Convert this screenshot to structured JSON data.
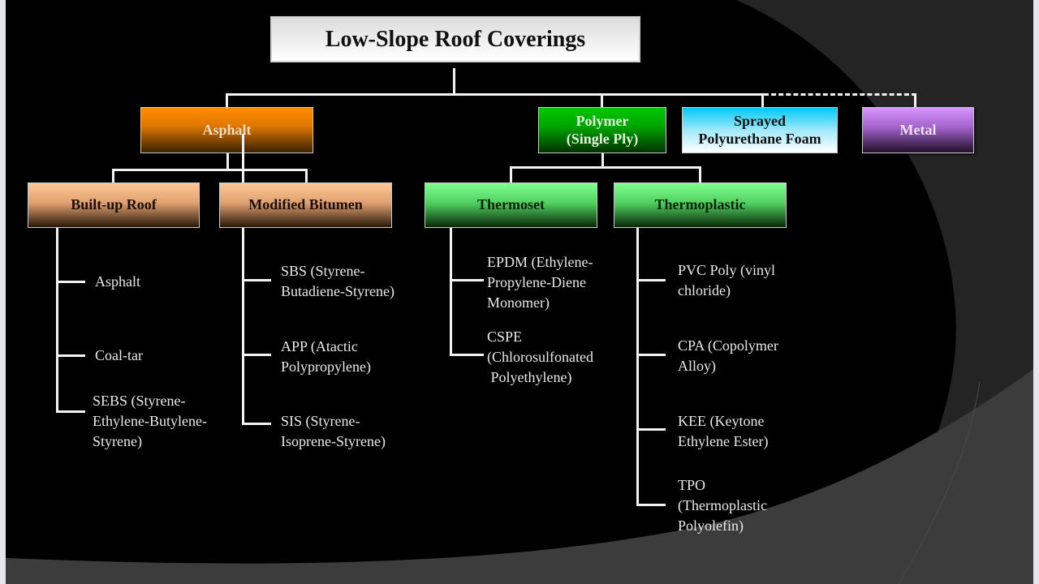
{
  "diagram": {
    "title": "Low-Slope Roof Coverings",
    "categories": {
      "asphalt": {
        "label": "Asphalt",
        "color": "#ff8c00"
      },
      "polymer": {
        "label": "Polymer\n(Single Ply)",
        "color": "#00c000"
      },
      "spf": {
        "label": "Sprayed\nPolyurethane Foam",
        "color": "#00c8f5"
      },
      "metal": {
        "label": "Metal",
        "color": "#d896ff"
      }
    },
    "subcategories": {
      "built_up_roof": {
        "label": "Built-up Roof",
        "items": [
          "Asphalt",
          "Coal-tar",
          "SEBS (Styrene-\nEthylene-Butylene-\nStyrene)"
        ]
      },
      "modified_bitumen": {
        "label": "Modified Bitumen",
        "items": [
          "SBS (Styrene-\nButadiene-Styrene)",
          "APP (Atactic\nPolypropylene)",
          "SIS (Styrene-\nIsoprene-Styrene)"
        ]
      },
      "thermoset": {
        "label": "Thermoset",
        "items": [
          "EPDM (Ethylene-\nPropylene-Diene\nMonomer)",
          "CSPE\n(Chlorosulfonated\n Polyethylene)"
        ]
      },
      "thermoplastic": {
        "label": "Thermoplastic",
        "items": [
          "PVC Poly (vinyl\nchloride)",
          "CPA (Copolymer\nAlloy)",
          "KEE (Keytone\nEthylene Ester)",
          "TPO\n(Thermoplastic\nPolyolefin)"
        ]
      }
    }
  }
}
